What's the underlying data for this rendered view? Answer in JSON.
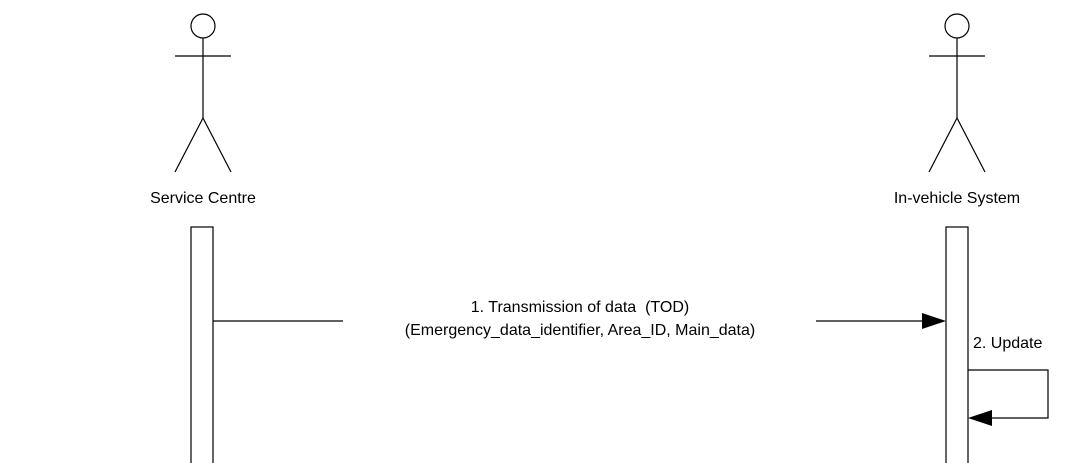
{
  "diagram": {
    "actors": [
      {
        "name": "Service Centre"
      },
      {
        "name": "In-vehicle System"
      }
    ],
    "messages": [
      {
        "line1": "1. Transmission of data  (TOD)",
        "line2": "(Emergency_data_identifier, Area_ID, Main_data)"
      },
      {
        "label": "2. Update"
      }
    ]
  }
}
